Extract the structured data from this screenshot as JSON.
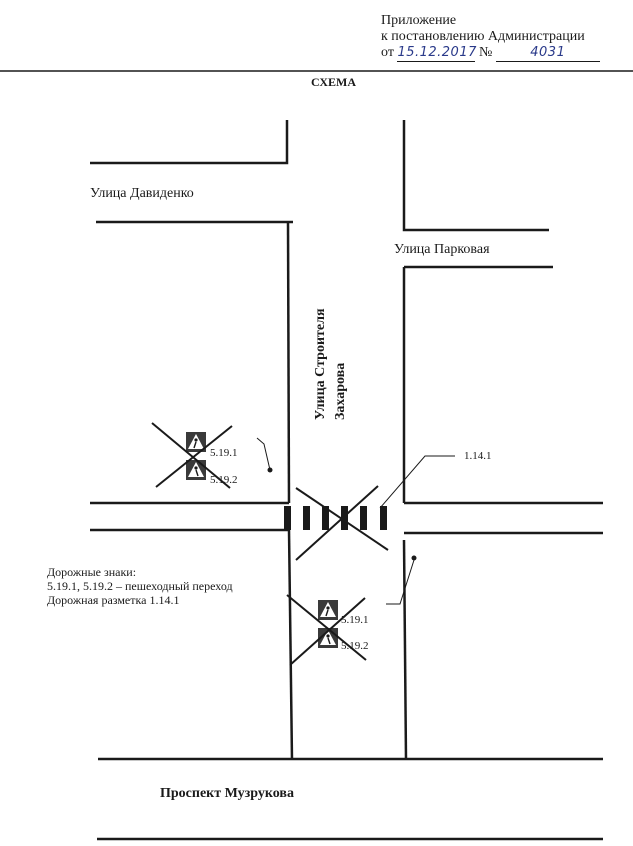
{
  "header": {
    "line1": "Приложение",
    "line2": "к постановлению Администрации",
    "from_label": "от",
    "date": "15.12.2017",
    "number_label": "№",
    "number": "4031"
  },
  "title": "СХЕМА",
  "streets": {
    "davidenko": "Улица Давиденко",
    "parkovaya": "Улица Парковая",
    "stroitelya_line1": "Улица Строителя",
    "stroitelya_line2": "Захарова",
    "muzrukova": "Проспект Музрукова"
  },
  "labels": {
    "sign_a_top": "5.19.1",
    "sign_a_bottom": "5.19.2",
    "marking": "1.14.1",
    "sign_b_top": "5.19.1",
    "sign_b_bottom": "5.19.2"
  },
  "legend": {
    "line1": "Дорожные знаки:",
    "line2": "5.19.1, 5.19.2 – пешеходный переход",
    "line3": "Дорожная разметка 1.14.1"
  },
  "colors": {
    "ink": "#1a1a1a",
    "handwriting": "#2a3a8a",
    "sign_bg": "#333333"
  }
}
